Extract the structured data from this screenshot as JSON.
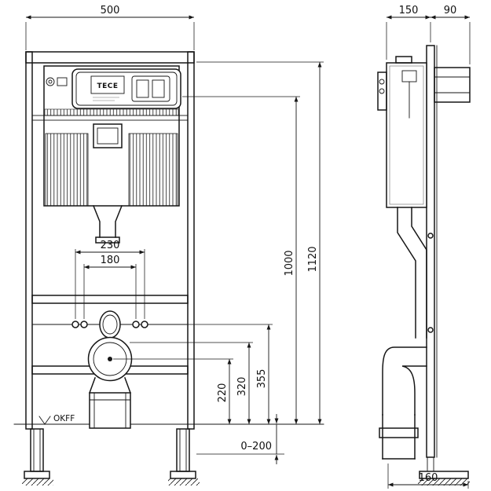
{
  "front_view": {
    "brand": "TECE",
    "floor_label": "OKFF",
    "dims": {
      "width": "500",
      "bolt_spacing_outer": "230",
      "bolt_spacing_inner": "180",
      "height_inner": "1000",
      "height_total": "1120",
      "drain_center_height": "220",
      "mid_height": "320",
      "flush_connection_height": "355",
      "foot_adjust_range": "0–200"
    }
  },
  "side_view": {
    "dims": {
      "frame_depth": "150",
      "wall_bracket_length": "90",
      "outlet_offset": "160"
    }
  }
}
